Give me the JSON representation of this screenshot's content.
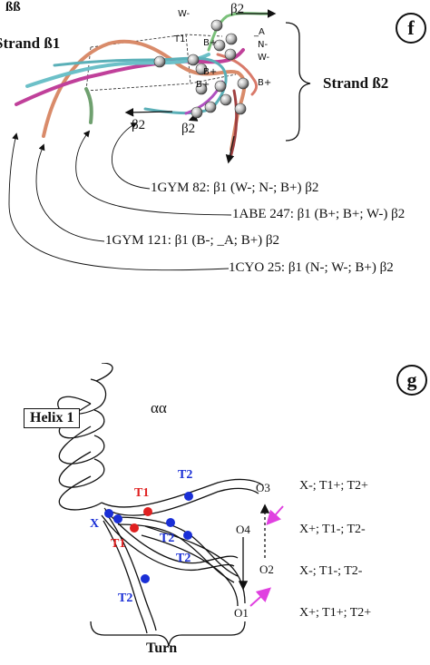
{
  "panel_f": {
    "letter": "f",
    "corner_label": "ßß",
    "strand1": "Strand ß1",
    "strand2": "Strand ß2",
    "marks": {
      "w_minus_top": "W-",
      "beta2_top": "β2",
      "t1": "T1",
      "b_plus_1": "B+",
      "underscore_a": "_A",
      "n_minus": "N-",
      "w_minus_right": "W-",
      "b_plus_2": "B+",
      "b_plus_3": "B+",
      "b_plus_4": "B+",
      "beta2_left": "β2",
      "beta2_mid": "β2"
    },
    "captions": [
      "1GYM 82: β1 (W-; N-; B+) β2",
      "1ABE 247: β1 (B+; B+; W-) β2",
      "1GYM 121: β1 (B-; _A; B+) β2",
      "1CYO 25: β1 (N-; W-; B+) β2"
    ]
  },
  "panel_g": {
    "letter": "g",
    "motif": "αα",
    "helix": "Helix 1",
    "turn": "Turn",
    "labels": {
      "t2_top": "T2",
      "t1_red_top": "T1",
      "x": "X",
      "t1_red_bottom": "T1",
      "t2_mid_a": "T2",
      "t2_mid_b": "T2",
      "t2_bottom": "T2",
      "o1": "O1",
      "o2": "O2",
      "o3": "O3",
      "o4": "O4"
    },
    "rows": [
      "X-; T1+; T2+",
      "X+; T1-; T2-",
      "X-; T1-; T2-",
      "X+; T1+;  T2+"
    ],
    "colors": {
      "blue": "#1a2fd6",
      "red": "#e02020",
      "magenta": "#e040e0"
    }
  }
}
